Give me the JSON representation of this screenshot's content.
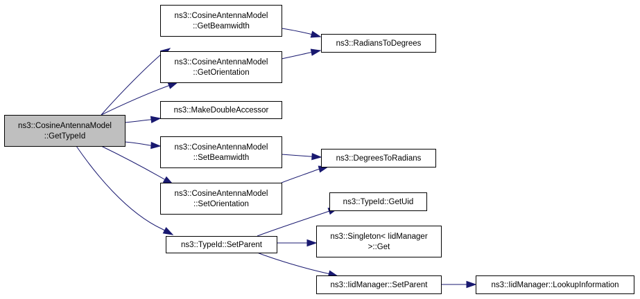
{
  "graph": {
    "nodes": [
      {
        "id": "gettypeid",
        "lines": [
          "ns3::CosineAntennaModel",
          "::GetTypeId"
        ],
        "fill": "#bfbfbf"
      },
      {
        "id": "getbeamwidth",
        "lines": [
          "ns3::CosineAntennaModel",
          "::GetBeamwidth"
        ],
        "fill": "#ffffff"
      },
      {
        "id": "getorientation",
        "lines": [
          "ns3::CosineAntennaModel",
          "::GetOrientation"
        ],
        "fill": "#ffffff"
      },
      {
        "id": "makedoubleaccessor",
        "lines": [
          "ns3::MakeDoubleAccessor"
        ],
        "fill": "#ffffff"
      },
      {
        "id": "setbeamwidth",
        "lines": [
          "ns3::CosineAntennaModel",
          "::SetBeamwidth"
        ],
        "fill": "#ffffff"
      },
      {
        "id": "setorientation",
        "lines": [
          "ns3::CosineAntennaModel",
          "::SetOrientation"
        ],
        "fill": "#ffffff"
      },
      {
        "id": "setparent",
        "lines": [
          "ns3::TypeId::SetParent"
        ],
        "fill": "#ffffff"
      },
      {
        "id": "radianstodegrees",
        "lines": [
          "ns3::RadiansToDegrees"
        ],
        "fill": "#ffffff"
      },
      {
        "id": "degreestoradians",
        "lines": [
          "ns3::DegreesToRadians"
        ],
        "fill": "#ffffff"
      },
      {
        "id": "getuid",
        "lines": [
          "ns3::TypeId::GetUid"
        ],
        "fill": "#ffffff"
      },
      {
        "id": "singletonget",
        "lines": [
          "ns3::Singleton< IidManager",
          " >::Get"
        ],
        "fill": "#ffffff"
      },
      {
        "id": "iidsetparent",
        "lines": [
          "ns3::IidManager::SetParent"
        ],
        "fill": "#ffffff"
      },
      {
        "id": "lookupinformation",
        "lines": [
          "ns3::IidManager::LookupInformation"
        ],
        "fill": "#ffffff"
      }
    ],
    "edges": [
      {
        "from": "gettypeid",
        "to": "getbeamwidth"
      },
      {
        "from": "gettypeid",
        "to": "getorientation"
      },
      {
        "from": "gettypeid",
        "to": "makedoubleaccessor"
      },
      {
        "from": "gettypeid",
        "to": "setbeamwidth"
      },
      {
        "from": "gettypeid",
        "to": "setorientation"
      },
      {
        "from": "gettypeid",
        "to": "setparent"
      },
      {
        "from": "getbeamwidth",
        "to": "radianstodegrees"
      },
      {
        "from": "getorientation",
        "to": "radianstodegrees"
      },
      {
        "from": "setbeamwidth",
        "to": "degreestoradians"
      },
      {
        "from": "setorientation",
        "to": "degreestoradians"
      },
      {
        "from": "setparent",
        "to": "getuid"
      },
      {
        "from": "setparent",
        "to": "singletonget"
      },
      {
        "from": "setparent",
        "to": "iidsetparent"
      },
      {
        "from": "iidsetparent",
        "to": "lookupinformation"
      }
    ],
    "colors": {
      "edge": "#191970",
      "node_border": "#000000",
      "focus_fill": "#bfbfbf",
      "node_fill": "#ffffff"
    }
  }
}
